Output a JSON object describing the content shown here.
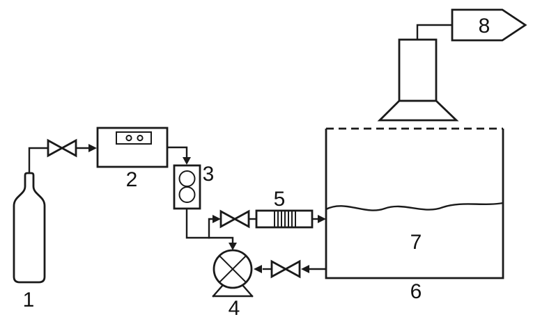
{
  "diagram": {
    "background_color": "#ffffff",
    "line_color": "#1a1a1a",
    "labels": {
      "gas_cylinder": "1",
      "flow_controller": "2",
      "flow_meter": "3",
      "pump": "4",
      "inline_mixer": "5",
      "tank": "6",
      "liquid": "7",
      "gas_outlet": "8"
    },
    "components": [
      {
        "label": "1",
        "name": "gas-cylinder-icon"
      },
      {
        "label": "2",
        "name": "flow-controller-icon"
      },
      {
        "label": "3",
        "name": "flow-meter-icon"
      },
      {
        "label": "4",
        "name": "pump-icon"
      },
      {
        "label": "5",
        "name": "inline-mixer-icon"
      },
      {
        "label": "6",
        "name": "tank-icon"
      },
      {
        "label": "7",
        "name": "liquid-level-icon"
      },
      {
        "label": "8",
        "name": "gas-outlet-arrow-icon"
      }
    ]
  }
}
